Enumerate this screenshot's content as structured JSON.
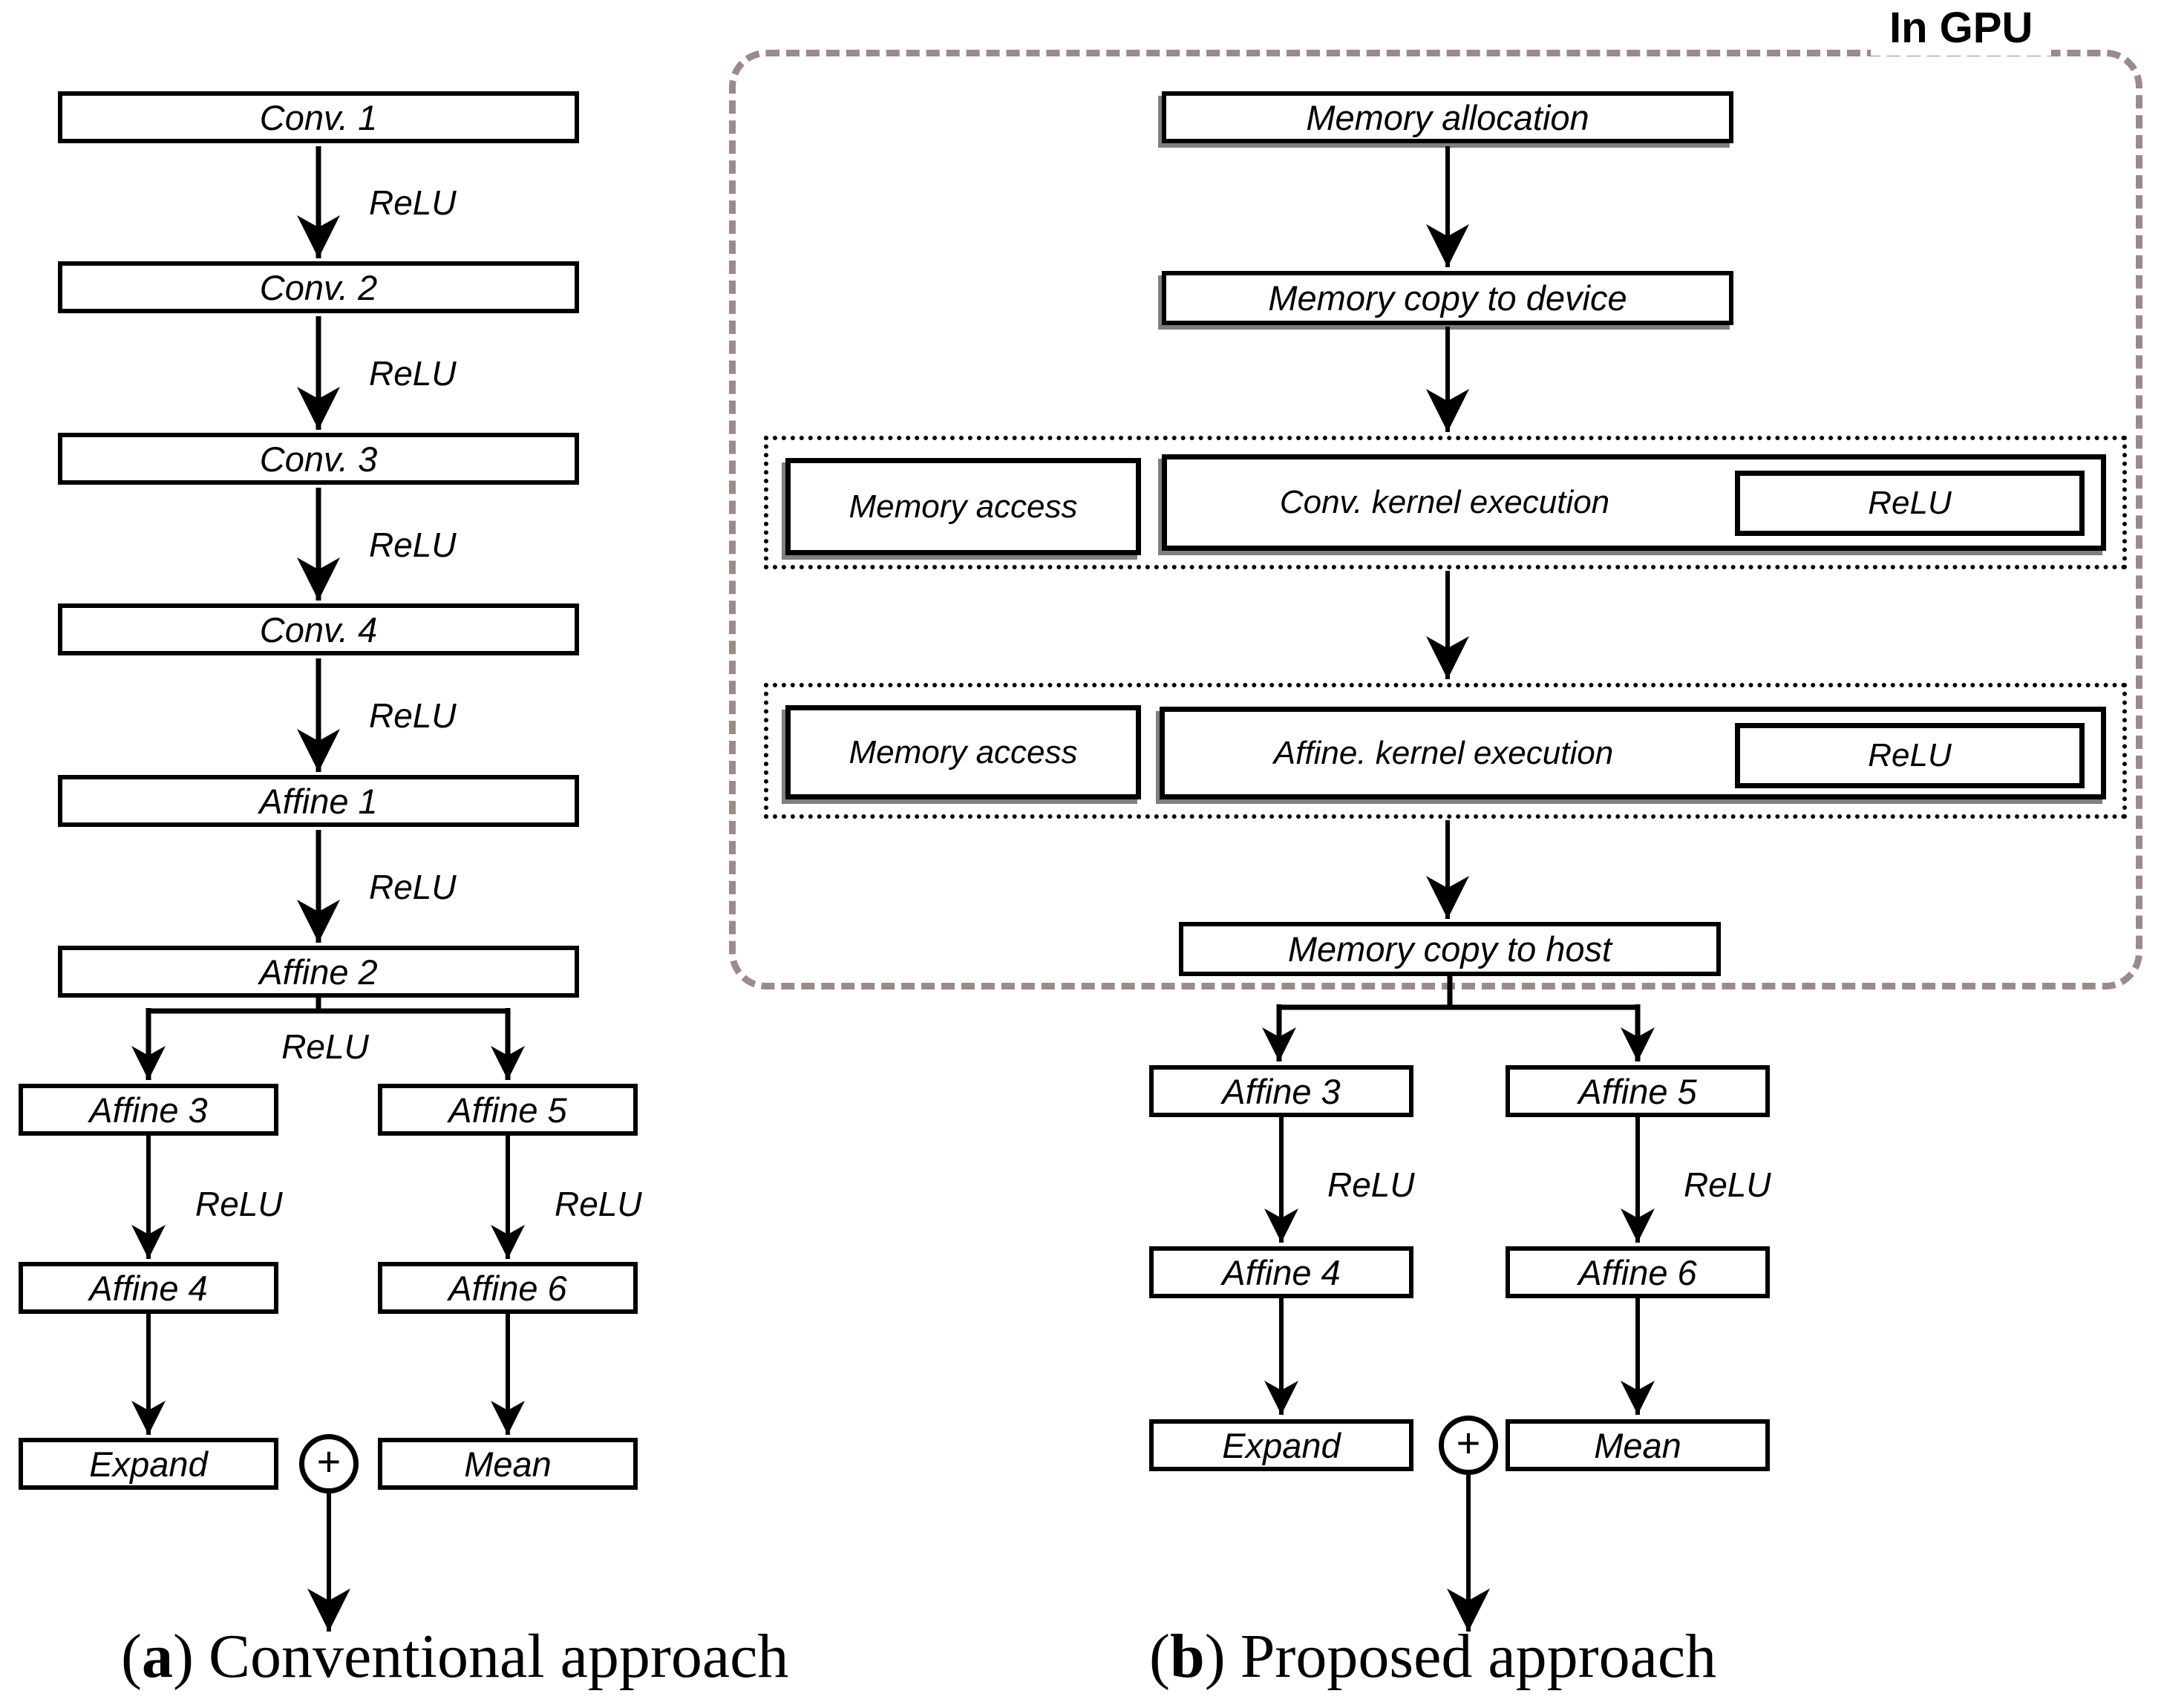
{
  "palette": {
    "ink": "#000000",
    "gpu_dash": "#9b8a8a",
    "paper": "#ffffff"
  },
  "gpu": {
    "label": "In GPU"
  },
  "labels": {
    "relu": "ReLU",
    "plus": "+"
  },
  "conventional": {
    "chain": [
      "Conv. 1",
      "Conv. 2",
      "Conv. 3",
      "Conv. 4",
      "Affine 1",
      "Affine 2"
    ],
    "left_branch": [
      "Affine 3",
      "Affine 4",
      "Expand"
    ],
    "right_branch": [
      "Affine 5",
      "Affine 6",
      "Mean"
    ],
    "caption": {
      "open": "(",
      "letter": "a",
      "close": ")",
      "text": "Conventional approach"
    }
  },
  "proposed": {
    "pre": [
      "Memory allocation",
      "Memory copy to device"
    ],
    "rows": [
      {
        "memory": "Memory access",
        "kernel": "Conv. kernel execution",
        "relu": "ReLU"
      },
      {
        "memory": "Memory access",
        "kernel": "Affine. kernel execution",
        "relu": "ReLU"
      }
    ],
    "post": "Memory copy to host",
    "left_branch": [
      "Affine 3",
      "Affine 4",
      "Expand"
    ],
    "right_branch": [
      "Affine 5",
      "Affine 6",
      "Mean"
    ],
    "caption": {
      "open": "(",
      "letter": "b",
      "close": ")",
      "text": "Proposed approach"
    }
  }
}
